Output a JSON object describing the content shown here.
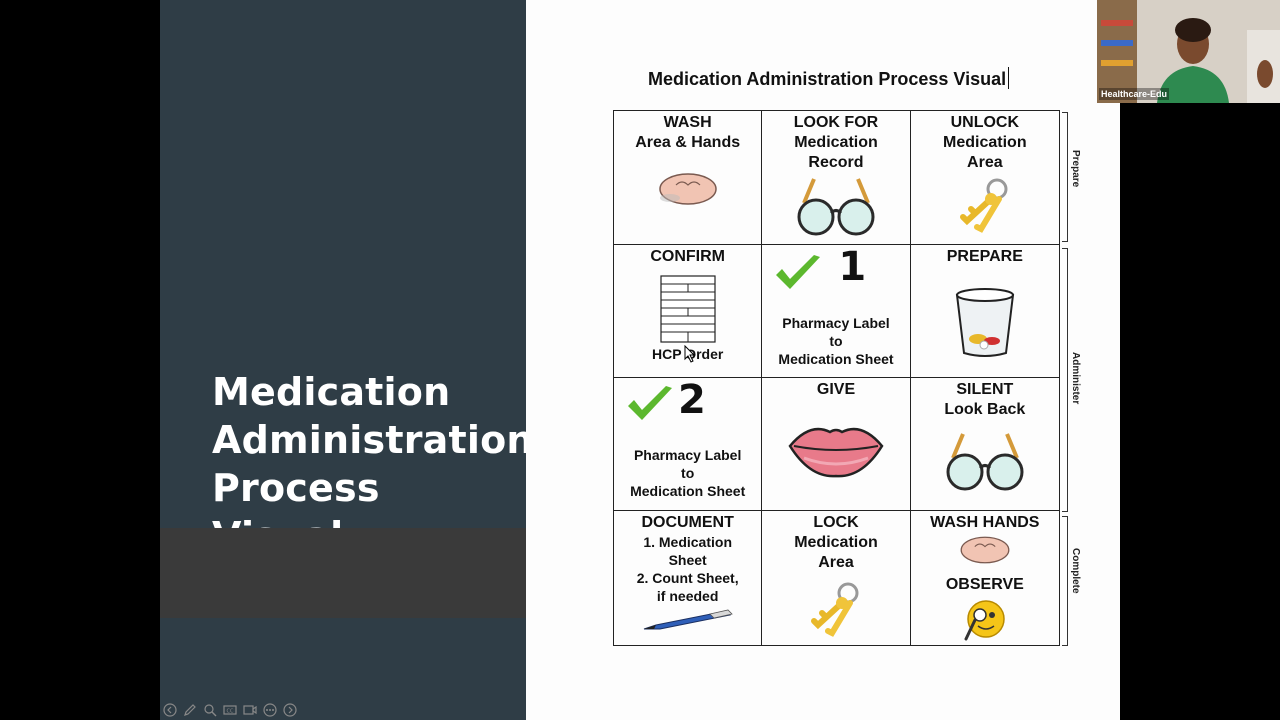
{
  "slide": {
    "title_lines": [
      "Medication",
      "Administration",
      "Process Visual"
    ]
  },
  "visual": {
    "title": "Medication Administration Process Visual",
    "phases": [
      "Prepare",
      "Administer",
      "Complete"
    ],
    "cells": {
      "wash_title": "WASH",
      "wash_sub": "Area & Hands",
      "look_title": "LOOK FOR",
      "look_sub1": "Medication",
      "look_sub2": "Record",
      "unlock_title": "UNLOCK",
      "unlock_sub1": "Medication",
      "unlock_sub2": "Area",
      "confirm_title": "CONFIRM",
      "confirm_sub": "HCP Order",
      "check1_num": "1",
      "check1_l1": "Pharmacy Label",
      "check1_l2": "to",
      "check1_l3": "Medication Sheet",
      "prepare_title": "PREPARE",
      "check2_num": "2",
      "check2_l1": "Pharmacy Label",
      "check2_l2": "to",
      "check2_l3": "Medication Sheet",
      "give_title": "GIVE",
      "silent_title": "SILENT",
      "silent_sub": "Look Back",
      "document_title": "DOCUMENT",
      "document_i1a": "1. Medication",
      "document_i1b": "Sheet",
      "document_i2a": "2. Count Sheet,",
      "document_i2b": "if needed",
      "lock_title": "LOCK",
      "lock_sub1": "Medication",
      "lock_sub2": "Area",
      "washhands_title": "WASH HANDS",
      "observe_title": "OBSERVE"
    },
    "icons": [
      "hands-icon",
      "glasses-icon",
      "keys-icon",
      "checklist-icon",
      "checkmark-icon",
      "pill-cup-icon",
      "lips-icon",
      "pen-icon",
      "smiley-magnifier-icon"
    ]
  },
  "webcam": {
    "label": "Healthcare-Edu"
  },
  "toolbar": [
    "back-icon",
    "pen-icon",
    "zoom-icon",
    "captions-icon",
    "video-icon",
    "more-icon",
    "forward-icon"
  ],
  "colors": {
    "slide_dark": "#2f3d46",
    "arrow_band": "#3a3a3a",
    "check_green": "#5cb82e"
  }
}
